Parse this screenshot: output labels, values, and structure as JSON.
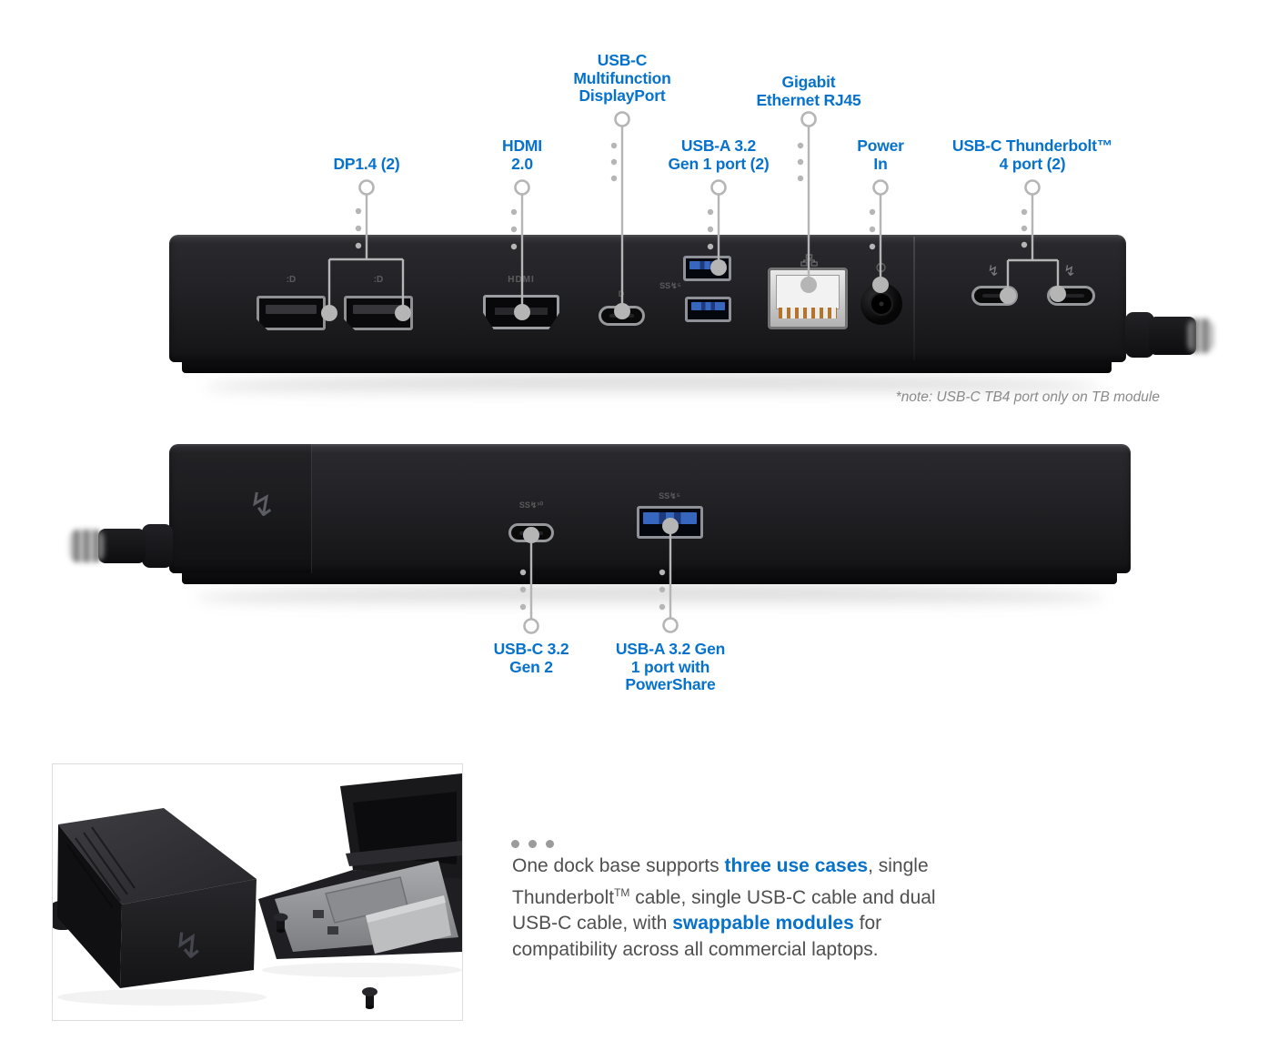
{
  "colors": {
    "accent_blue": "#0672CB",
    "callout_gray": "#b5b5b5",
    "note_gray": "#8a8a8a",
    "body_text_gray": "#4f4f4f",
    "usb_port_blue": "#3666bd"
  },
  "rear_view": {
    "callouts": [
      {
        "id": "dp14",
        "label_lines": [
          "DP1.4 (2)"
        ]
      },
      {
        "id": "hdmi",
        "label_lines": [
          "HDMI",
          "2.0"
        ]
      },
      {
        "id": "usbc_mfdp",
        "label_lines": [
          "USB-C",
          "Multifunction",
          "DisplayPort"
        ]
      },
      {
        "id": "usba",
        "label_lines": [
          "USB-A 3.2",
          "Gen 1 port (2)"
        ]
      },
      {
        "id": "gbe",
        "label_lines": [
          "Gigabit",
          "Ethernet RJ45"
        ]
      },
      {
        "id": "power",
        "label_lines": [
          "Power",
          "In"
        ]
      },
      {
        "id": "tb4",
        "label_lines": [
          "USB-C Thunderbolt™",
          "4 port (2)"
        ]
      }
    ],
    "note": "*note: USB-C TB4 port only on TB module"
  },
  "front_view": {
    "callouts": [
      {
        "id": "usbc32",
        "label_lines": [
          "USB-C 3.2",
          "Gen 2"
        ]
      },
      {
        "id": "usba_ps",
        "label_lines": [
          "USB-A 3.2 Gen",
          "1 port with",
          "PowerShare"
        ]
      }
    ]
  },
  "port_glyphs": {
    "displayport_logo": ":D",
    "hdmi_logo": "HDMI",
    "usbc_displayport_logo": "D",
    "ss5_logo": "SS↯⁵",
    "ss10_logo": "SS↯¹⁰",
    "thunderbolt_bolt": "↯"
  },
  "inset": {
    "description_segments": [
      {
        "t": "One dock base supports ",
        "s": "n"
      },
      {
        "t": "three use cases",
        "s": "b"
      },
      {
        "t": ", single Thunderbolt",
        "s": "n"
      },
      {
        "t": "TM",
        "s": "sup"
      },
      {
        "t": " cable, single USB-C cable and dual USB-C cable, with ",
        "s": "n"
      },
      {
        "t": "swappable modules",
        "s": "b"
      },
      {
        "t": " for compatibility across all commercial laptops.",
        "s": "n"
      }
    ]
  }
}
